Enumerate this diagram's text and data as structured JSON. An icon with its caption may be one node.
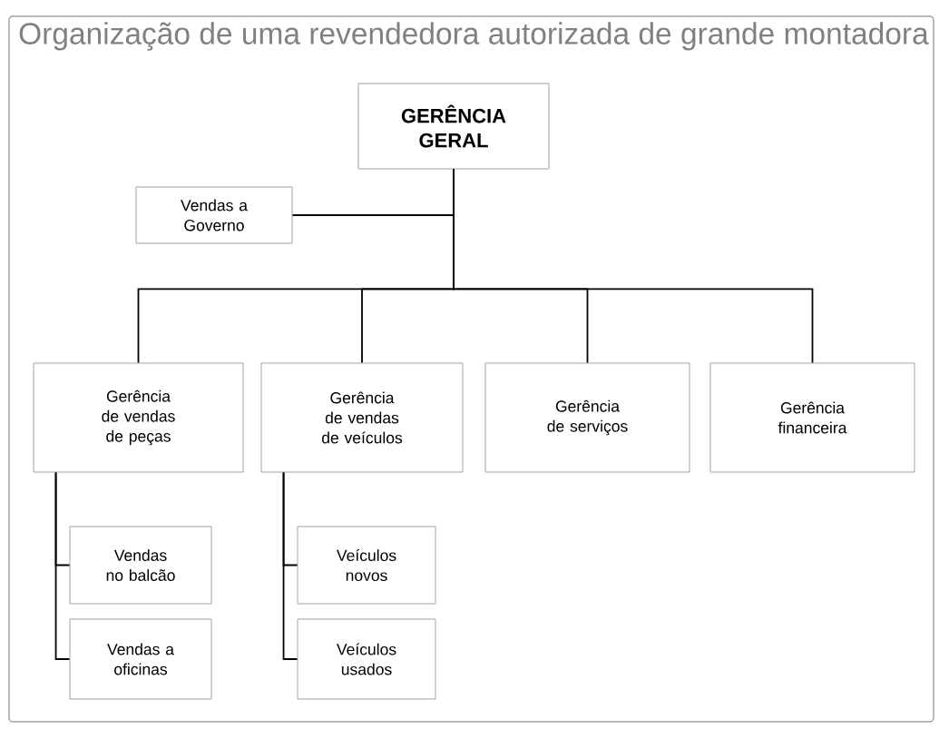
{
  "diagram": {
    "title": "Organização de uma revendedora autorizada de grande montadora",
    "nodes": [
      {
        "text": [
          "GERÊNCIA GERAL"
        ]
      },
      {
        "text": [
          "Vendas a Governo"
        ]
      },
      {
        "text": [
          "Gerência de vendas de peças"
        ]
      },
      {
        "text": [
          "Gerência de vendas de veículos"
        ]
      },
      {
        "text": [
          "Gerência de serviços"
        ]
      },
      {
        "text": [
          "Gerência financeira"
        ]
      },
      {
        "text": [
          "Vendas no balcão"
        ]
      },
      {
        "text": [
          "Vendas a oficinas"
        ]
      },
      {
        "text": [
          "Veículos novos"
        ]
      },
      {
        "text": [
          "Veículos usados"
        ]
      }
    ],
    "edges": [
      {
        "from": 0,
        "to": 1,
        "arrow": "none"
      },
      {
        "from": 0,
        "to": 2,
        "arrow": "none"
      },
      {
        "from": 0,
        "to": 3,
        "arrow": "none"
      },
      {
        "from": 0,
        "to": 4,
        "arrow": "none"
      },
      {
        "from": 0,
        "to": 5,
        "arrow": "none"
      },
      {
        "from": 2,
        "to": 6,
        "arrow": "none"
      },
      {
        "from": 2,
        "to": 7,
        "arrow": "none"
      },
      {
        "from": 3,
        "to": 8,
        "arrow": "none"
      },
      {
        "from": 3,
        "to": 9,
        "arrow": "none"
      }
    ]
  }
}
